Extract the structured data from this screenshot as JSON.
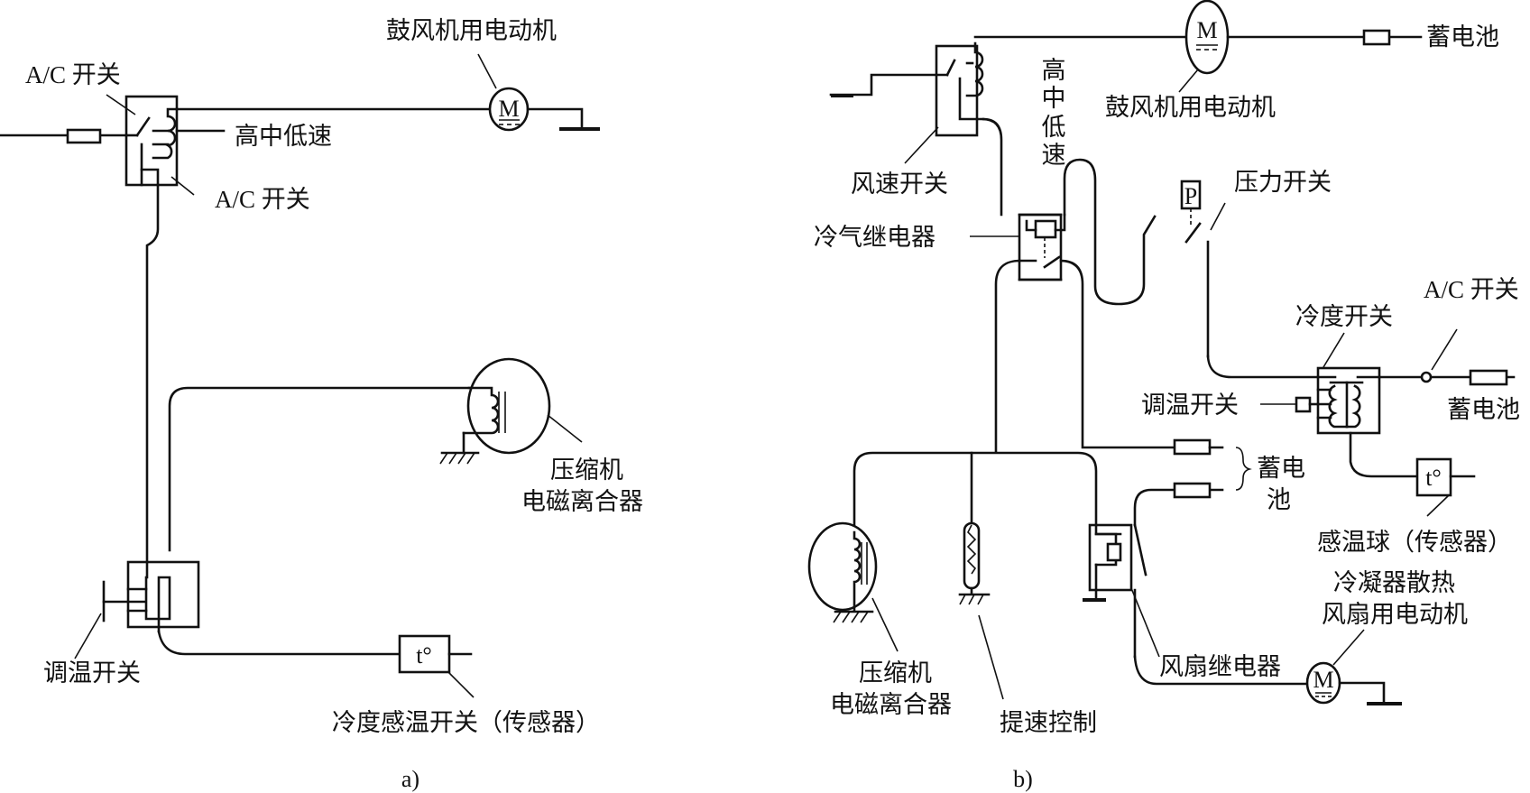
{
  "diagram_a": {
    "caption": "a)",
    "labels": {
      "ac_switch_top": "A/C 开关",
      "blower_motor": "鼓风机用电动机",
      "speed_levels": "高中低速",
      "ac_switch_bottom": "A/C 开关",
      "compressor_clutch_line1": "压缩机",
      "compressor_clutch_line2": "电磁离合器",
      "thermostat_switch": "调温开关",
      "cold_sensor_switch": "冷度感温开关（传感器）"
    },
    "symbols": {
      "motor": "M",
      "temp": "t°"
    }
  },
  "diagram_b": {
    "caption": "b)",
    "labels": {
      "fan_speed_switch": "风速开关",
      "speed_levels_vertical": [
        "高",
        "中",
        "低",
        "速"
      ],
      "blower_motor": "鼓风机用电动机",
      "battery_top": "蓄电池",
      "pressure_switch": "压力开关",
      "cooling_relay": "冷气继电器",
      "ac_switch": "A/C 开关",
      "cold_switch": "冷度开关",
      "thermostat_switch": "调温开关",
      "battery_right": "蓄电池",
      "battery_brace_line1": "蓄电",
      "battery_brace_line2": "池",
      "temp_bulb": "感温球（传感器）",
      "condenser_fan_motor_line1": "冷凝器散热",
      "condenser_fan_motor_line2": "风扇用电动机",
      "fan_relay": "风扇继电器",
      "compressor_clutch_line1": "压缩机",
      "compressor_clutch_line2": "电磁离合器",
      "speed_up_control": "提速控制"
    },
    "symbols": {
      "motor": "M",
      "pressure": "P",
      "temp": "t°"
    }
  }
}
